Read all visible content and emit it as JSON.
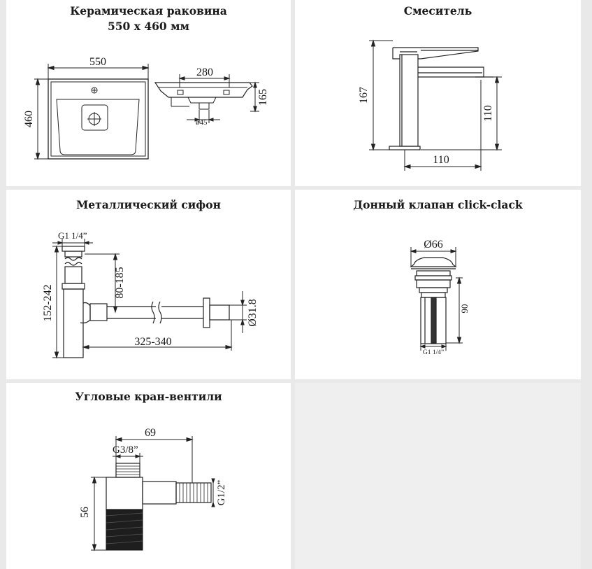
{
  "panels": {
    "sink": {
      "title_line1": "Керамическая раковина",
      "title_line2": "550 х 460 мм",
      "dim_width": "550",
      "dim_height": "460",
      "dim_side_width": "280",
      "dim_side_height": "165",
      "dim_drain": "ø45"
    },
    "mixer": {
      "title": "Смеситель",
      "dim_height": "167",
      "dim_spout_height": "110",
      "dim_reach": "110"
    },
    "siphon": {
      "title": "Металлический сифон",
      "dim_thread": "G1 1/4”",
      "dim_height": "152-242",
      "dim_offset": "80-185",
      "dim_length": "325-340",
      "dim_pipe": "Ø31.8"
    },
    "valve": {
      "title": "Донный клапан click-clack",
      "dim_cap": "Ø66",
      "dim_height": "90",
      "dim_thread": "G1 1/4”"
    },
    "angle_valve": {
      "title": "Угловые кран-вентили",
      "dim_length": "69",
      "dim_inlet": "G3/8”",
      "dim_height": "56",
      "dim_outlet": "G1/2”"
    }
  }
}
